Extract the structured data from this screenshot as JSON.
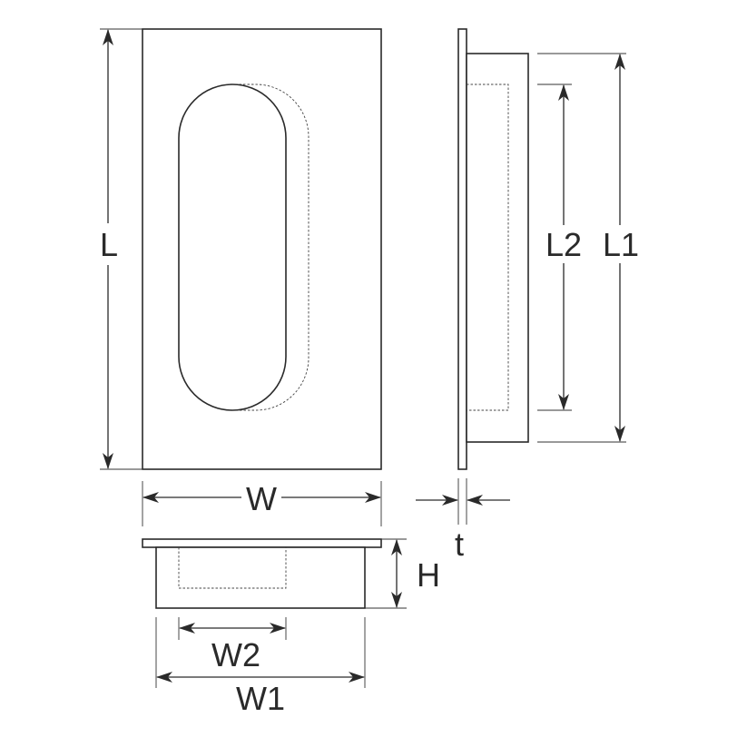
{
  "labels": {
    "L": "L",
    "W": "W",
    "L1": "L1",
    "L2": "L2",
    "t": "t",
    "H": "H",
    "W1": "W1",
    "W2": "W2"
  }
}
